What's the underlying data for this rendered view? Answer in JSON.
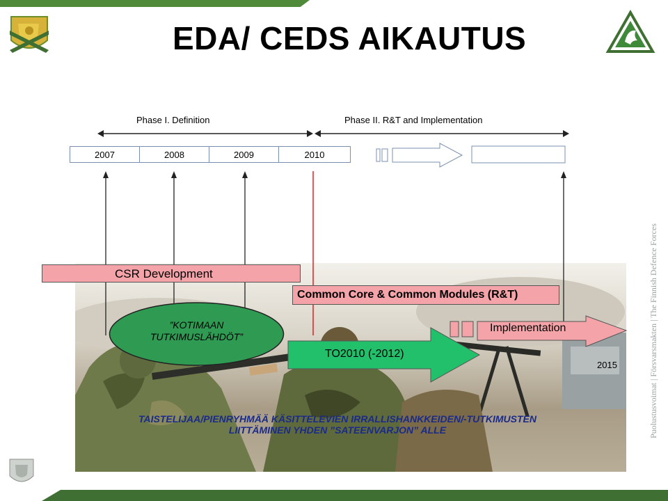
{
  "slide": {
    "title": "EDA/ CEDS AIKAUTUS"
  },
  "phases": {
    "phase1": "Phase I. Definition",
    "phase2": "Phase II. R&T and Implementation"
  },
  "years": [
    "2007",
    "2008",
    "2009",
    "2010"
  ],
  "labels": {
    "csr": "CSR Development",
    "kotimaan_line1": "”KOTIMAAN",
    "kotimaan_line2": "TUTKIMUSLÄHDÖT”",
    "common_core": "Common Core & Common Modules (R&T)",
    "implementation": "Implementation",
    "to2010": "TO2010 (-2012)",
    "year_2015": "2015",
    "bottom_line1": "TAISTELIJAA/PIENRYHMÄÄ KÄSITTELEVIEN IRRALLISHANKKEIDEN/-TUTKIMUSTEN",
    "bottom_line2": "LIITTÄMINEN YHDEN ”SATEENVARJON” ALLE"
  },
  "side_text": "Puolustusvoimat | Försvarsmakten | The Finnish Defence Forces",
  "colors": {
    "green_dark": "#3f6f32",
    "arrow_green": "#22c06a",
    "pink": "#f4a4a8",
    "ellipse_green": "#2f9a52",
    "red_line": "#e02020",
    "bottom_text": "#1a2a8a"
  }
}
